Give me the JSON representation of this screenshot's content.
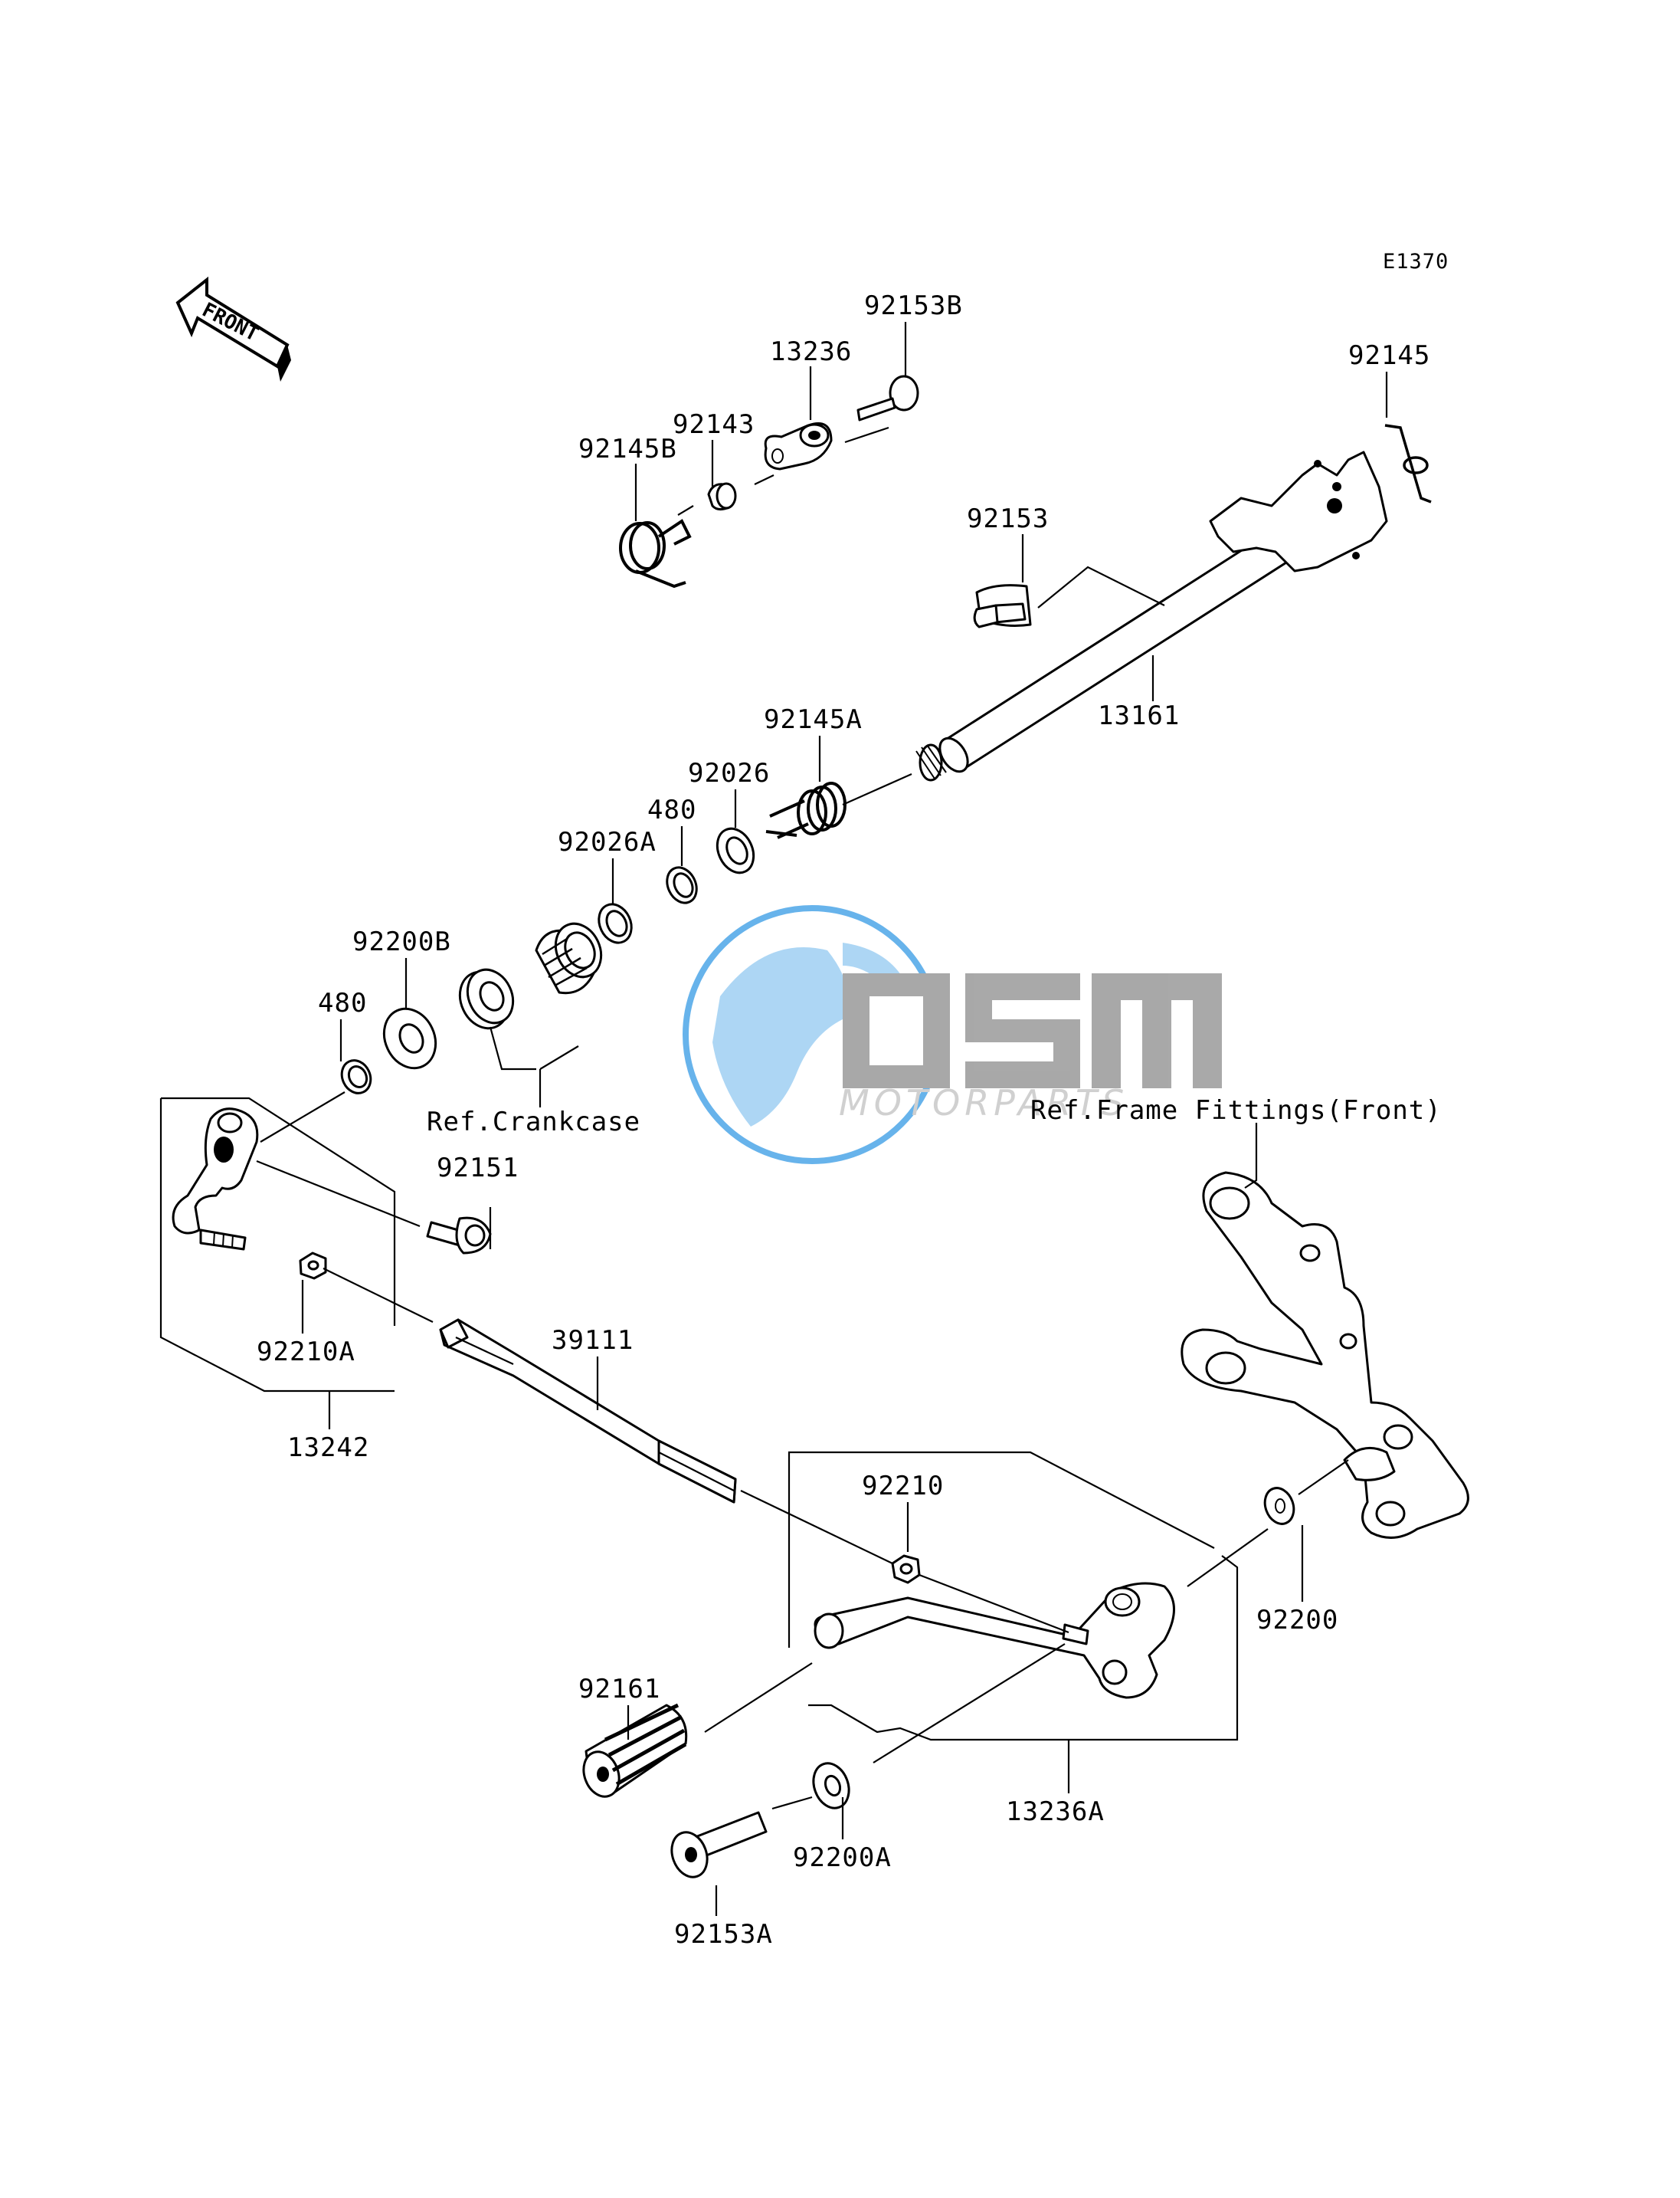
{
  "diagram_code": "E1370",
  "front_label": "FRONT",
  "watermark": {
    "brand": "OSM",
    "subtitle": "MOTORPARTS",
    "colors": {
      "globe": "#4da6e8",
      "letters": "#9e9e9e"
    }
  },
  "references": {
    "crankcase": "Ref.Crankcase",
    "frame_fittings": "Ref.Frame Fittings(Front)"
  },
  "parts": {
    "p92153B": "92153B",
    "p13236": "13236",
    "p92143": "92143",
    "p92145B": "92145B",
    "p92145": "92145",
    "p92153": "92153",
    "p13161": "13161",
    "p92145A": "92145A",
    "p92026": "92026",
    "p480_top": "480",
    "p92026A": "92026A",
    "p92200B": "92200B",
    "p480_left": "480",
    "p92151": "92151",
    "p92210A": "92210A",
    "p13242": "13242",
    "p39111": "39111",
    "p92210": "92210",
    "p92200": "92200",
    "p92161": "92161",
    "p13236A": "13236A",
    "p92200A": "92200A",
    "p92153A": "92153A"
  }
}
